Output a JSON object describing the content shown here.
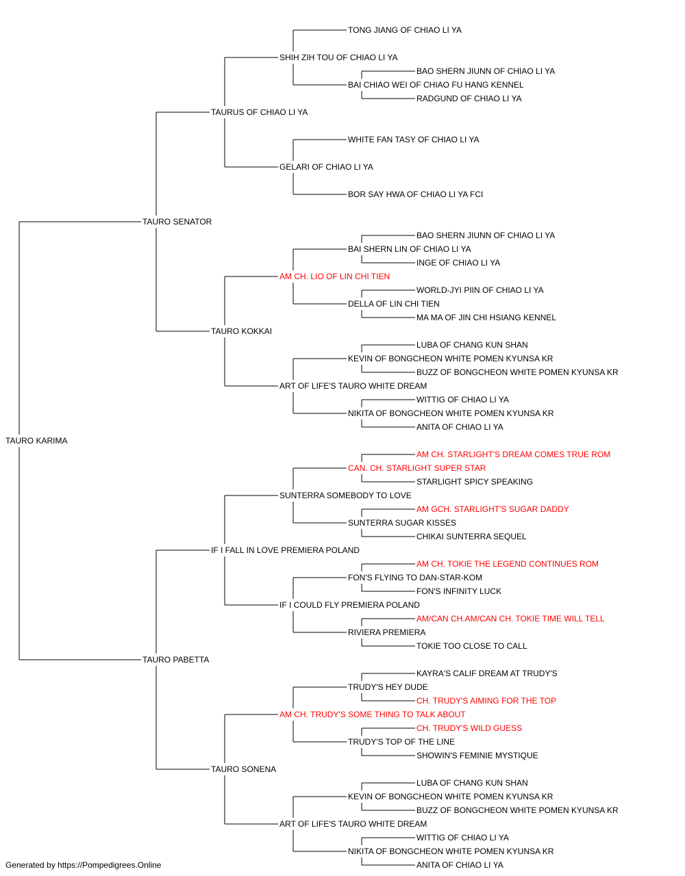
{
  "pedigree": {
    "name": "TAURO KARIMA",
    "champion": false,
    "sire": {
      "name": "TAURO SENATOR",
      "champion": false,
      "sire": {
        "name": "TAURUS OF CHIAO LI YA",
        "champion": false,
        "sire": {
          "name": "SHIH ZIH TOU OF CHIAO LI YA",
          "champion": false,
          "sire": {
            "name": "TONG JIANG OF CHIAO LI YA",
            "champion": false
          },
          "dam": {
            "name": "BAI CHIAO WEI OF CHIAO FU HANG KENNEL",
            "champion": false,
            "sire": {
              "name": "BAO SHERN JIUNN OF CHIAO LI YA",
              "champion": false
            },
            "dam": {
              "name": "RADGUND OF CHIAO LI YA",
              "champion": false
            }
          }
        },
        "dam": {
          "name": "GELARI OF CHIAO LI YA",
          "champion": false,
          "sire": {
            "name": "WHITE FAN TASY OF CHIAO LI YA",
            "champion": false
          },
          "dam": {
            "name": "BOR SAY HWA OF CHIAO LI YA FCI",
            "champion": false
          }
        }
      },
      "dam": {
        "name": "TAURO KOKKAI",
        "champion": false,
        "sire": {
          "name": "AM CH. LIO OF LIN CHI TIEN",
          "champion": true,
          "sire": {
            "name": "BAI SHERN LIN OF CHIAO LI YA",
            "champion": false,
            "sire": {
              "name": "BAO SHERN JIUNN OF CHIAO LI YA",
              "champion": false
            },
            "dam": {
              "name": "INGE OF CHIAO LI YA",
              "champion": false
            }
          },
          "dam": {
            "name": "DELLA OF LIN CHI TIEN",
            "champion": false,
            "sire": {
              "name": "WORLD-JYI PIIN OF CHIAO LI YA",
              "champion": false
            },
            "dam": {
              "name": "MA MA OF JIN CHI HSIANG KENNEL",
              "champion": false
            }
          }
        },
        "dam": {
          "name": "ART OF LIFE'S TAURO WHITE DREAM",
          "champion": false,
          "sire": {
            "name": "KEVIN OF BONGCHEON WHITE POMEN KYUNSA KR",
            "champion": false,
            "sire": {
              "name": "LUBA OF CHANG KUN SHAN",
              "champion": false
            },
            "dam": {
              "name": "BUZZ OF BONGCHEON WHITE POMEN KYUNSA KR",
              "champion": false
            }
          },
          "dam": {
            "name": "NIKITA OF BONGCHEON WHITE POMEN KYUNSA KR",
            "champion": false,
            "sire": {
              "name": "WITTIG OF CHIAO LI YA",
              "champion": false
            },
            "dam": {
              "name": "ANITA OF CHIAO LI YA",
              "champion": false
            }
          }
        }
      }
    },
    "dam": {
      "name": "TAURO PABETTA",
      "champion": false,
      "sire": {
        "name": "IF I FALL IN LOVE PREMIERA POLAND",
        "champion": false,
        "sire": {
          "name": "SUNTERRA SOMEBODY TO LOVE",
          "champion": false,
          "sire": {
            "name": "CAN. CH. STARLIGHT SUPER STAR",
            "champion": true,
            "sire": {
              "name": "AM CH. STARLIGHT'S DREAM COMES TRUE ROM",
              "champion": true
            },
            "dam": {
              "name": "STARLIGHT SPICY SPEAKING",
              "champion": false
            }
          },
          "dam": {
            "name": "SUNTERRA SUGAR KISSES",
            "champion": false,
            "sire": {
              "name": "AM GCH. STARLIGHT'S SUGAR DADDY",
              "champion": true
            },
            "dam": {
              "name": "CHIKAI SUNTERRA SEQUEL",
              "champion": false
            }
          }
        },
        "dam": {
          "name": "IF I COULD FLY PREMIERA POLAND",
          "champion": false,
          "sire": {
            "name": "FON'S FLYING TO DAN-STAR-KOM",
            "champion": false,
            "sire": {
              "name": "AM CH. TOKIE THE LEGEND CONTINUES ROM",
              "champion": true
            },
            "dam": {
              "name": "FON'S INFINITY LUCK",
              "champion": false
            }
          },
          "dam": {
            "name": "RIVIERA PREMIERA",
            "champion": false,
            "sire": {
              "name": "AM/CAN CH.AM/CAN CH. TOKIE TIME WILL TELL",
              "champion": true
            },
            "dam": {
              "name": "TOKIE TOO CLOSE TO CALL",
              "champion": false
            }
          }
        }
      },
      "dam": {
        "name": "TAURO SONENA",
        "champion": false,
        "sire": {
          "name": "AM CH. TRUDY'S SOME THING TO TALK ABOUT",
          "champion": true,
          "sire": {
            "name": "TRUDY'S HEY DUDE",
            "champion": false,
            "sire": {
              "name": "KAYRA'S CALIF DREAM AT TRUDY'S",
              "champion": false
            },
            "dam": {
              "name": "CH. TRUDY'S AIMING FOR THE TOP",
              "champion": true
            }
          },
          "dam": {
            "name": "TRUDY'S TOP OF THE LINE",
            "champion": false,
            "sire": {
              "name": "CH. TRUDY'S WILD GUESS",
              "champion": true
            },
            "dam": {
              "name": "SHOWIN'S FEMINIE MYSTIQUE",
              "champion": false
            }
          }
        },
        "dam": {
          "name": "ART OF LIFE'S TAURO WHITE DREAM",
          "champion": false,
          "sire": {
            "name": "KEVIN OF BONGCHEON WHITE POMEN KYUNSA KR",
            "champion": false,
            "sire": {
              "name": "LUBA OF CHANG KUN SHAN",
              "champion": false
            },
            "dam": {
              "name": "BUZZ OF BONGCHEON WHITE POMEN KYUNSA KR",
              "champion": false
            }
          },
          "dam": {
            "name": "NIKITA OF BONGCHEON WHITE POMEN KYUNSA KR",
            "champion": false,
            "sire": {
              "name": "WITTIG OF CHIAO LI YA",
              "champion": false
            },
            "dam": {
              "name": "ANITA OF CHIAO LI YA",
              "champion": false
            }
          }
        }
      }
    }
  },
  "colors": {
    "champion": "#ff0000",
    "normal": "#000000",
    "line": "#000000"
  },
  "footer": "Generated by https://Pompedigrees.Online"
}
